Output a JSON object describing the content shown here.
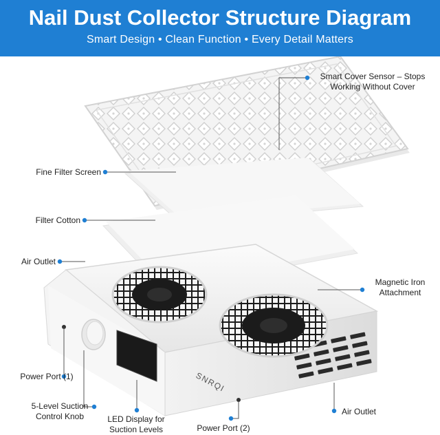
{
  "header": {
    "title": "Nail Dust Collector Structure Diagram",
    "subtitle": "Smart Design • Clean Function • Every Detail Matters"
  },
  "product": {
    "brand": "SNRQI"
  },
  "callouts": {
    "smart_cover_sensor": "Smart Cover Sensor – Stops Working Without Cover",
    "fine_filter_screen": "Fine Filter Screen",
    "filter_cotton": "Filter Cotton",
    "air_outlet_left": "Air Outlet",
    "magnetic_iron": "Magnetic Iron Attachment",
    "power_port_1": "Power Port (1)",
    "control_knob": "5-Level Suction Control Knob",
    "led_display": "LED Display for Suction Levels",
    "power_port_2": "Power Port (2)",
    "air_outlet_right": "Air Outlet"
  },
  "colors": {
    "banner": "#1f7fd3",
    "callout_dot": "#1f7fd3",
    "leader_line": "#555555"
  }
}
